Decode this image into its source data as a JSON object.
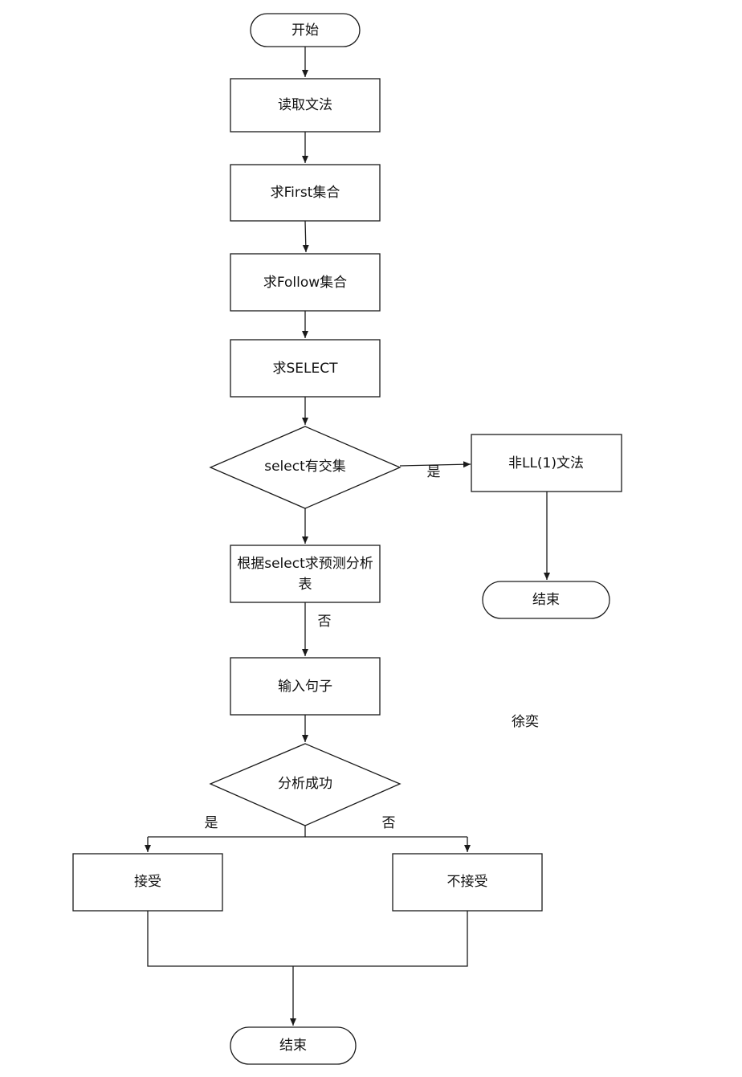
{
  "nodes": {
    "start": "开始",
    "read_grammar": "读取文法",
    "first_set": "求First集合",
    "follow_set": "求Follow集合",
    "select_set": "求SELECT",
    "decision_intersect": "select有交集",
    "not_ll1": "非LL(1)文法",
    "end_right": "结束",
    "build_table_line1": "根据select求预测分析",
    "build_table_line2": "表",
    "input_sentence": "输入句子",
    "decision_success": "分析成功",
    "accept": "接受",
    "reject": "不接受",
    "end_bottom": "结束"
  },
  "edges": {
    "intersect_yes": "是",
    "intersect_no": "否",
    "success_yes": "是",
    "success_no": "否"
  },
  "author": "徐奕"
}
